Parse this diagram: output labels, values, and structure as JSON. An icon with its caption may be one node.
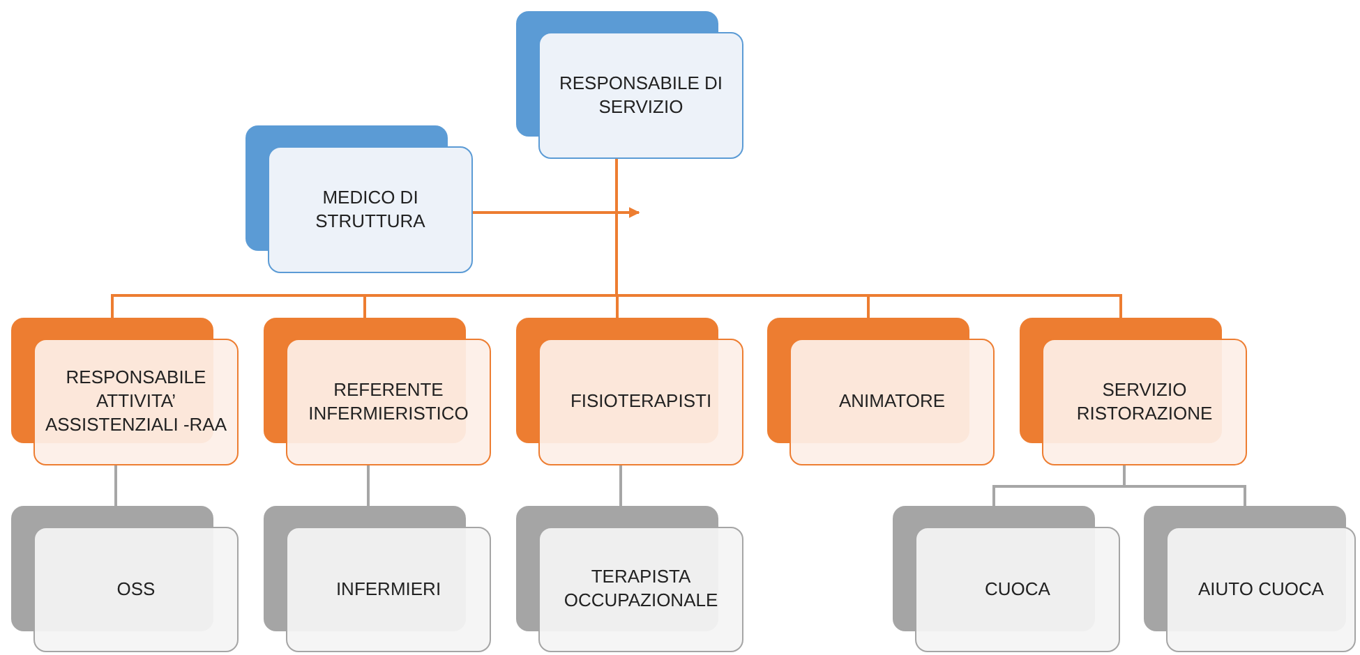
{
  "diagram": {
    "nodes": [
      {
        "text": [
          "RESPONSABILE DI SERVIZIO"
        ]
      },
      {
        "text": [
          "MEDICO DI STRUTTURA"
        ]
      },
      {
        "text": [
          "RESPONSABILE ATTIVITA’ ASSISTENZIALI -RAA"
        ]
      },
      {
        "text": [
          "REFERENTE INFERMIERISTICO"
        ]
      },
      {
        "text": [
          "FISIOTERAPISTI"
        ]
      },
      {
        "text": [
          "ANIMATORE"
        ]
      },
      {
        "text": [
          "SERVIZIO RISTORAZIONE"
        ]
      },
      {
        "text": [
          "OSS"
        ]
      },
      {
        "text": [
          "INFERMIERI"
        ]
      },
      {
        "text": [
          "TERAPISTA OCCUPAZIONALE"
        ]
      },
      {
        "text": [
          "CUOCA"
        ]
      },
      {
        "text": [
          "AIUTO CUOCA"
        ]
      }
    ],
    "edges": [
      {
        "from": 1,
        "to": null,
        "arrow": "to"
      },
      {
        "from": 0,
        "to": 2,
        "arrow": "none"
      },
      {
        "from": 0,
        "to": 3,
        "arrow": "none"
      },
      {
        "from": 0,
        "to": 4,
        "arrow": "none"
      },
      {
        "from": 0,
        "to": 5,
        "arrow": "none"
      },
      {
        "from": 0,
        "to": 6,
        "arrow": "none"
      },
      {
        "from": 2,
        "to": 7,
        "arrow": "none",
        "color": "#a6a6a6"
      },
      {
        "from": 3,
        "to": 8,
        "arrow": "none",
        "color": "#a6a6a6"
      },
      {
        "from": 4,
        "to": 9,
        "arrow": "none",
        "color": "#a6a6a6"
      },
      {
        "from": 6,
        "to": 10,
        "arrow": "none",
        "color": "#a6a6a6"
      },
      {
        "from": 6,
        "to": 11,
        "arrow": "none",
        "color": "#a6a6a6"
      }
    ]
  }
}
